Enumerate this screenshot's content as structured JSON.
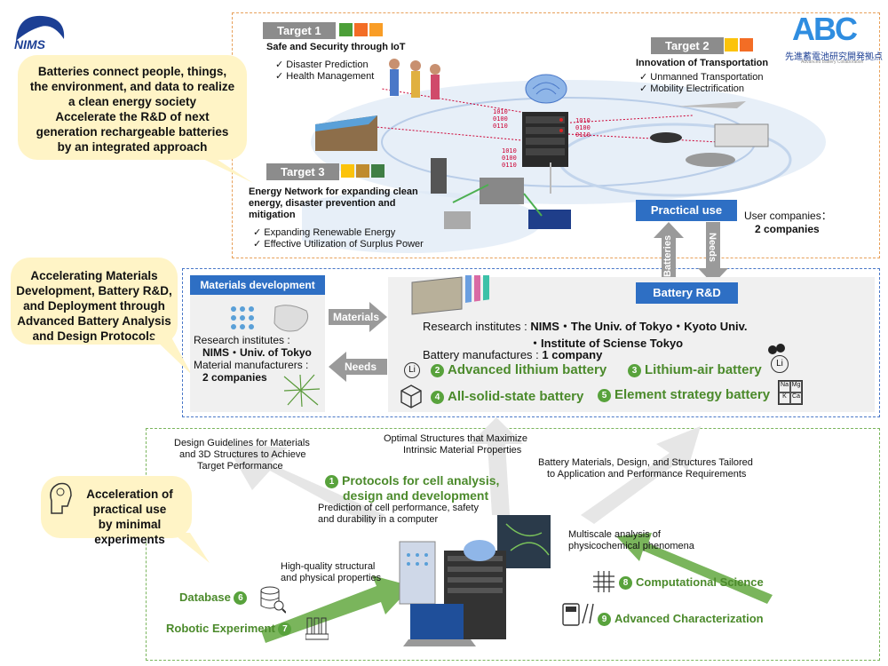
{
  "logo_left": "NIMS",
  "logo_right": {
    "mark": "ABC",
    "caption": "先進蓄電池研究開発拠点",
    "sub": "Advanced Battery Collaboration"
  },
  "callouts": {
    "top": [
      "Batteries connect people, things,",
      "the environment, and data to realize",
      "a clean energy society",
      "Accelerate the R&D of next",
      "generation rechargeable batteries",
      "by an integrated approach"
    ],
    "middle": [
      "Accelerating Materials",
      "Development, Battery R&D,",
      "and Deployment through",
      "Advanced Battery Analysis",
      "and Design Protocols"
    ],
    "bottom": [
      "Acceleration of",
      "practical use",
      "by minimal experiments"
    ]
  },
  "targets": [
    {
      "tag": "Target 1",
      "heading": "Safe and Security through IoT",
      "checks": [
        "Disaster  Prediction",
        "Health Management"
      ]
    },
    {
      "tag": "Target 2",
      "heading": "Innovation of Transportation",
      "checks": [
        "Unmanned Transportation",
        "Mobility Electrification"
      ]
    },
    {
      "tag": "Target 3",
      "heading_lines": [
        "Energy Network for expanding clean",
        "energy, disaster prevention and",
        "mitigation"
      ],
      "checks": [
        "Expanding Renewable Energy",
        "Effective Utilization of Surplus Power"
      ]
    }
  ],
  "practical_use": "Practical use",
  "user_companies": {
    "label": "User companies：",
    "count": "2 companies"
  },
  "arrows": {
    "batteries": "Batteries",
    "needs_up": "Needs",
    "materials": "Materials",
    "needs_left": "Needs"
  },
  "battery_rd": "Battery  R&D",
  "materials_dev": {
    "title": "Materials development",
    "ri_label": "Research institutes :",
    "ri_value": "NIMS・Univ. of Tokyo",
    "mm_label": "Material manufacturers :",
    "mm_value": "2 companies"
  },
  "research": {
    "label": "Research institutes :",
    "value1": "NIMS・The Univ. of Tokyo・Kyoto Univ.",
    "value2": "・Institute of Sciense Tokyo",
    "bm_label": "Battery manufactures :",
    "bm_value": "1 company"
  },
  "batteries": [
    {
      "num": "2",
      "label": "Advanced lithium battery",
      "icon": "Li"
    },
    {
      "num": "3",
      "label": "Lithium-air battery",
      "icon": "Li"
    },
    {
      "num": "4",
      "label": "All-solid-state battery",
      "icon": "cube-icon"
    },
    {
      "num": "5",
      "label": "Element strategy battery",
      "icon": "periodic-table-icon",
      "cells": [
        "Na",
        "Mg",
        "K",
        "Ca"
      ]
    }
  ],
  "bottom": {
    "design_guidelines": [
      "Design Guidelines for Materials",
      "and 3D Structures to Achieve",
      "Target Performance"
    ],
    "optimal": [
      "Optimal Structures that Maximize",
      "Intrinsic Material Properties"
    ],
    "tailored": [
      "Battery Materials, Design, and Structures Tailored",
      "to Application and Performance Requirements"
    ],
    "protocols": {
      "num": "1",
      "lines": [
        "Protocols for cell analysis,",
        "design and development"
      ]
    },
    "prediction": [
      "Prediction of cell performance, safety",
      "and durability in a computer"
    ],
    "multiscale": [
      "Multiscale analysis of",
      "physicochemical phenomena"
    ],
    "hq": [
      "High-quality structural",
      "and physical properties"
    ],
    "database": {
      "label": "Database",
      "num": "6"
    },
    "robotic": {
      "label": "Robotic Experiment",
      "num": "7"
    },
    "computational": {
      "label": "Computational Science",
      "num": "8"
    },
    "characterization": {
      "label": "Advanced Characterization",
      "num": "9"
    }
  },
  "binary_code": [
    "1010",
    "0100",
    "0110"
  ],
  "colors": {
    "orange_box": "#e7a05a",
    "blue_box": "#4a78c8",
    "green_box": "#7ab55c",
    "blue": "#2e6fc4",
    "green": "#4b8a2b",
    "callout": "#fff4c6"
  }
}
